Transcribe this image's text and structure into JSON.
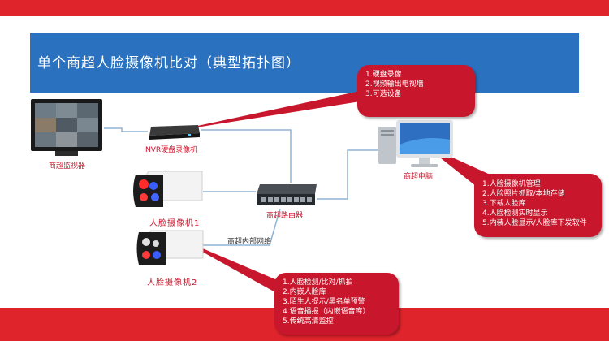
{
  "title": "单个商超人脸摄像机比对（典型拓扑图）",
  "bubbles": {
    "nvr": [
      "1.硬盘录像",
      "2.视频输出电视墙",
      "3.可选设备"
    ],
    "pc": [
      "1.人脸摄像机管理",
      "2.人脸照片抓取/本地存储",
      "3.下载人脸库",
      "4.人脸检测实时显示",
      "5.内装人脸显示/人脸库下发软件"
    ],
    "camera": [
      "1.人脸检测/比对/抓拍",
      "2.内嵌人脸库",
      "3.陌生人提示/黑名单预警",
      "4.语音播报（内嵌语音库）",
      "5.传统高清监控"
    ]
  },
  "labels": {
    "monitor": "商超监视器",
    "nvr": "NVR硬盘录像机",
    "pc": "商超电脑",
    "router": "商超路由器",
    "network": "商超内部网络",
    "camera1": "人脸摄像机1",
    "camera2": "人脸摄像机2"
  },
  "colors": {
    "band": "#e0242c",
    "title_bar": "#2a72bf",
    "bubble": "#c8172d",
    "line": "#8fb3d3"
  }
}
